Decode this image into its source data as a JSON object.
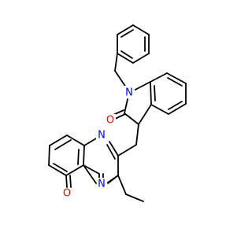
{
  "molecule": {
    "atoms": [
      {
        "id": "n_indoline",
        "symbol": "N",
        "color": "#0000ff"
      },
      {
        "id": "o_indolinone",
        "symbol": "O",
        "color": "#ff0000"
      },
      {
        "id": "n1_quinazoline",
        "symbol": "N",
        "color": "#0000ff"
      },
      {
        "id": "n3_quinazoline",
        "symbol": "N",
        "color": "#0000ff"
      },
      {
        "id": "o_quinazolinone",
        "symbol": "O",
        "color": "#ff0000"
      }
    ]
  }
}
